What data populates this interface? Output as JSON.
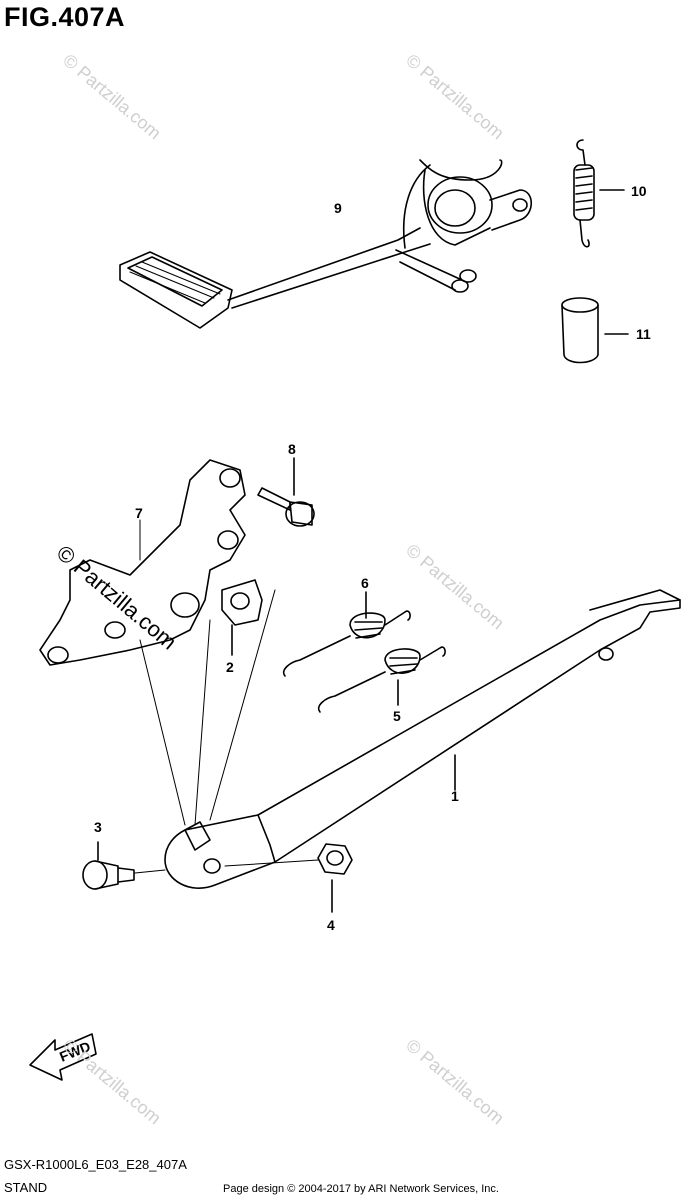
{
  "figure": {
    "title": "FIG.407A"
  },
  "callouts": {
    "p1": "1",
    "p2": "2",
    "p3": "3",
    "p4": "4",
    "p5": "5",
    "p6": "6",
    "p7": "7",
    "p8": "8",
    "p9": "9",
    "p10": "10",
    "p11": "11"
  },
  "direction_label": "FWD",
  "watermarks": {
    "light": "© Partzilla.com",
    "dark": "© Partzilla.com"
  },
  "footer": {
    "model_code": "GSX-R1000L6_E03_E28_407A",
    "section": "STAND",
    "copyright": "Page design © 2004-2017 by ARI Network Services, Inc."
  }
}
